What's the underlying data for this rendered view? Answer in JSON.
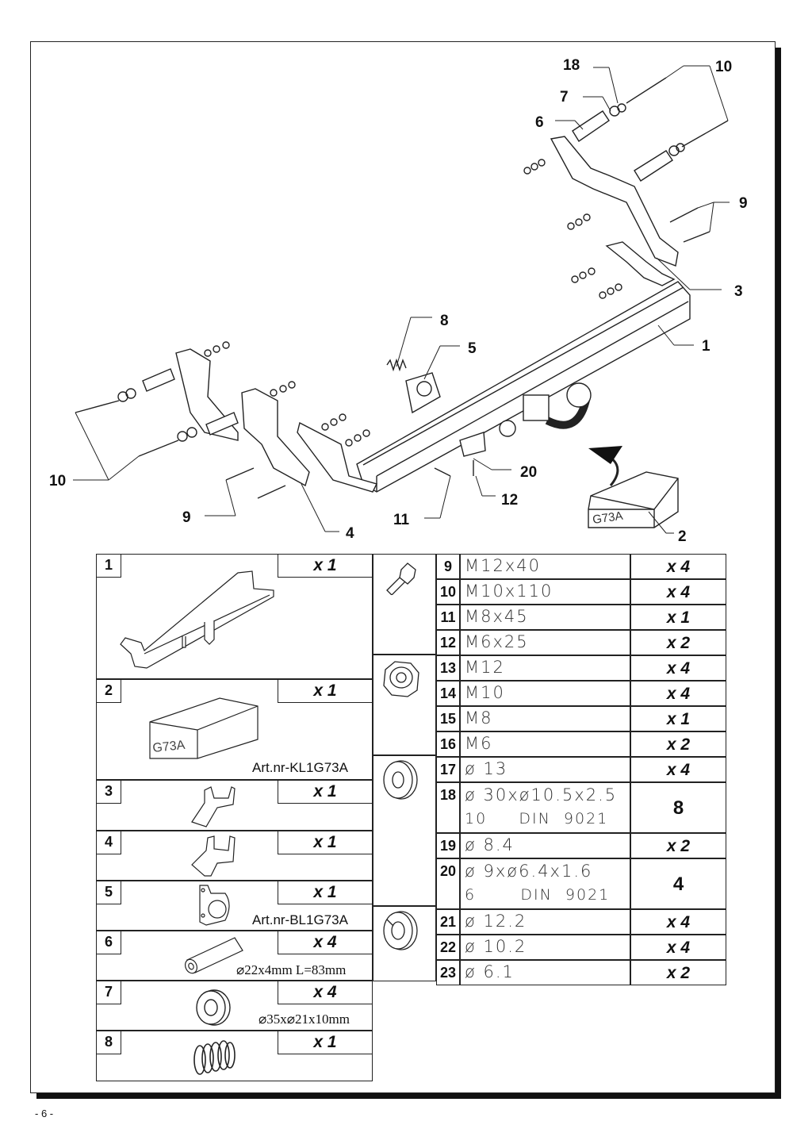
{
  "page_number": "- 6 -",
  "diagram_callouts": {
    "c1": "1",
    "c2": "2",
    "c3": "3",
    "c4": "4",
    "c5": "5",
    "c6": "6",
    "c7": "7",
    "c8": "8",
    "c9a": "9",
    "c9b": "9",
    "c10a": "10",
    "c10b": "10",
    "c11": "11",
    "c12": "12",
    "c18": "18",
    "c20": "20",
    "box_label": "G73A"
  },
  "left_parts": [
    {
      "num": "1",
      "qty": "x 1",
      "note": ""
    },
    {
      "num": "2",
      "qty": "x 1",
      "note": "Art.nr-KL1G73A",
      "box_label": "G73A"
    },
    {
      "num": "3",
      "qty": "x 1",
      "note": ""
    },
    {
      "num": "4",
      "qty": "x 1",
      "note": ""
    },
    {
      "num": "5",
      "qty": "x 1",
      "note": "Art.nr-BL1G73A"
    },
    {
      "num": "6",
      "qty": "x 4",
      "note": "⌀22x4mm L=83mm"
    },
    {
      "num": "7",
      "qty": "x 4",
      "note": "⌀35x⌀21x10mm"
    },
    {
      "num": "8",
      "qty": "x 1",
      "note": ""
    }
  ],
  "right_parts": [
    {
      "num": "9",
      "spec": "M12x40",
      "qty": "x 4"
    },
    {
      "num": "10",
      "spec": "M10x110",
      "qty": "x 4"
    },
    {
      "num": "11",
      "spec": "M8x45",
      "qty": "x 1"
    },
    {
      "num": "12",
      "spec": "M6x25",
      "qty": "x 2"
    },
    {
      "num": "13",
      "spec": "M12",
      "qty": "x 4"
    },
    {
      "num": "14",
      "spec": "M10",
      "qty": "x 4"
    },
    {
      "num": "15",
      "spec": "M8",
      "qty": "x 1"
    },
    {
      "num": "16",
      "spec": "M6",
      "qty": "x 2"
    },
    {
      "num": "17",
      "spec": "ø 13",
      "qty": "x 4"
    },
    {
      "num": "18",
      "spec": "ø 30xø10.5x2.5",
      "spec2": "10     DIN  9021",
      "qty": "8"
    },
    {
      "num": "19",
      "spec": "ø 8.4",
      "qty": "x 2"
    },
    {
      "num": "20",
      "spec": "ø 9xø6.4x1.6",
      "spec2": "6       DIN  9021",
      "qty": "4"
    },
    {
      "num": "21",
      "spec": "ø 12.2",
      "qty": "x 4"
    },
    {
      "num": "22",
      "spec": "ø 10.2",
      "qty": "x 4"
    },
    {
      "num": "23",
      "spec": "ø 6.1",
      "qty": "x 2"
    }
  ]
}
